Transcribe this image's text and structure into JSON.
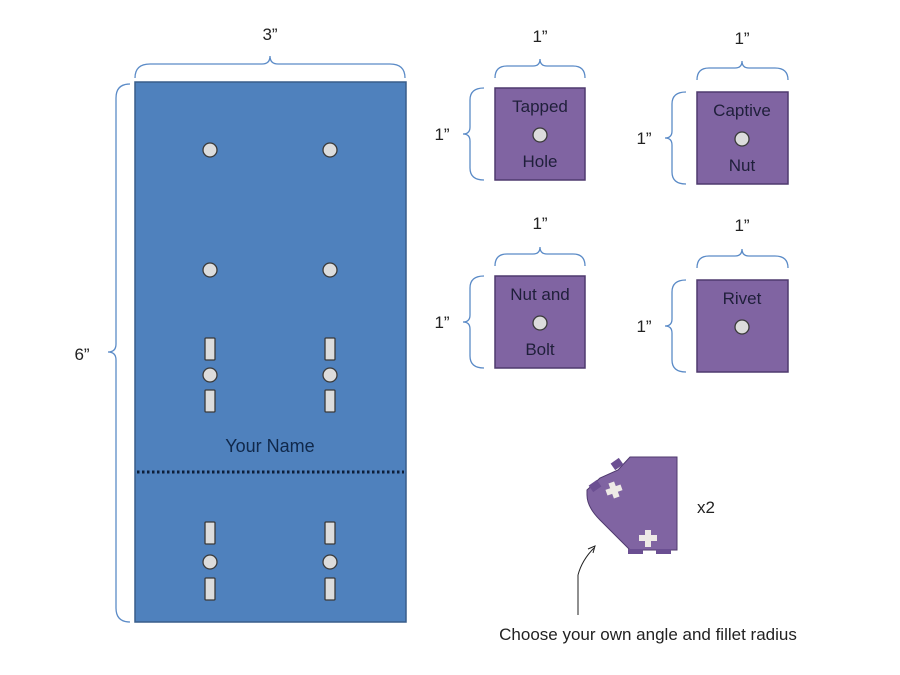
{
  "colors": {
    "panel": "#4f81bd",
    "panel_border": "#385d8a",
    "square": "#8064a2",
    "square_border": "#4f3a6e",
    "brace": "#5b8bc7"
  },
  "main_panel": {
    "width_label": "3”",
    "height_label": "6”",
    "name_label": "Your Name"
  },
  "squares": [
    {
      "line1": "Tapped",
      "line2": "Hole",
      "width_label": "1”",
      "height_label": "1”"
    },
    {
      "line1": "Captive",
      "line2": "Nut",
      "width_label": "1”",
      "height_label": "1”"
    },
    {
      "line1": "Nut and",
      "line2": "Bolt",
      "width_label": "1”",
      "height_label": "1”"
    },
    {
      "line1": "Rivet",
      "line2": "",
      "width_label": "1”",
      "height_label": "1”"
    }
  ],
  "bracket": {
    "quantity": "x2",
    "caption": "Choose your own angle and fillet radius"
  }
}
